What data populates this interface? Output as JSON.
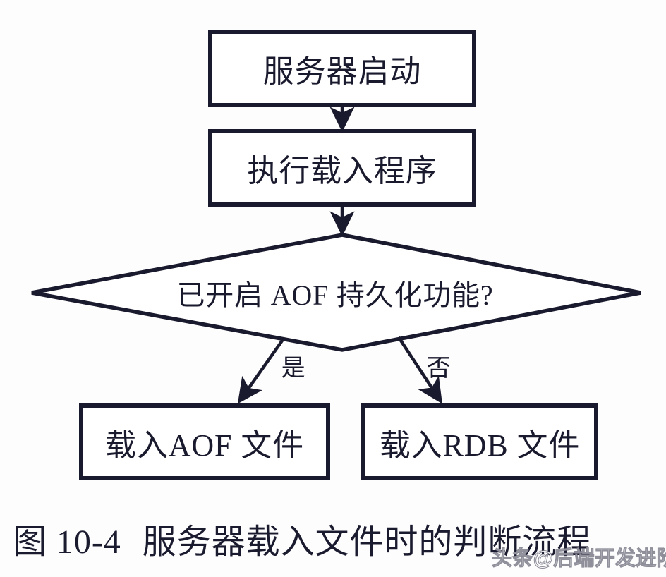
{
  "figure": {
    "caption_number": "图 10-4",
    "caption_text": "服务器载入文件时的判断流程"
  },
  "colors": {
    "stroke": "#1a1a2e",
    "fill": "#ffffff",
    "background": "#fdfdfd",
    "text": "#1a1a2e"
  },
  "nodes": {
    "start": {
      "label": "服务器启动",
      "shape": "rectangle"
    },
    "exec": {
      "label": "执行载入程序",
      "shape": "rectangle"
    },
    "decision": {
      "label": "已开启 AOF 持久化功能?",
      "shape": "diamond"
    },
    "load_aof": {
      "label": "载入AOF 文件",
      "shape": "rectangle"
    },
    "load_rdb": {
      "label": "载入RDB 文件",
      "shape": "rectangle"
    }
  },
  "edges": {
    "start_to_exec": {
      "label": "",
      "from": "start",
      "to": "exec"
    },
    "exec_to_decision": {
      "label": "",
      "from": "exec",
      "to": "decision"
    },
    "decision_yes": {
      "label": "是",
      "from": "decision",
      "to": "load_aof"
    },
    "decision_no": {
      "label": "否",
      "from": "decision",
      "to": "load_rdb"
    }
  },
  "watermark": {
    "text": "头条@后端开发进阶"
  }
}
